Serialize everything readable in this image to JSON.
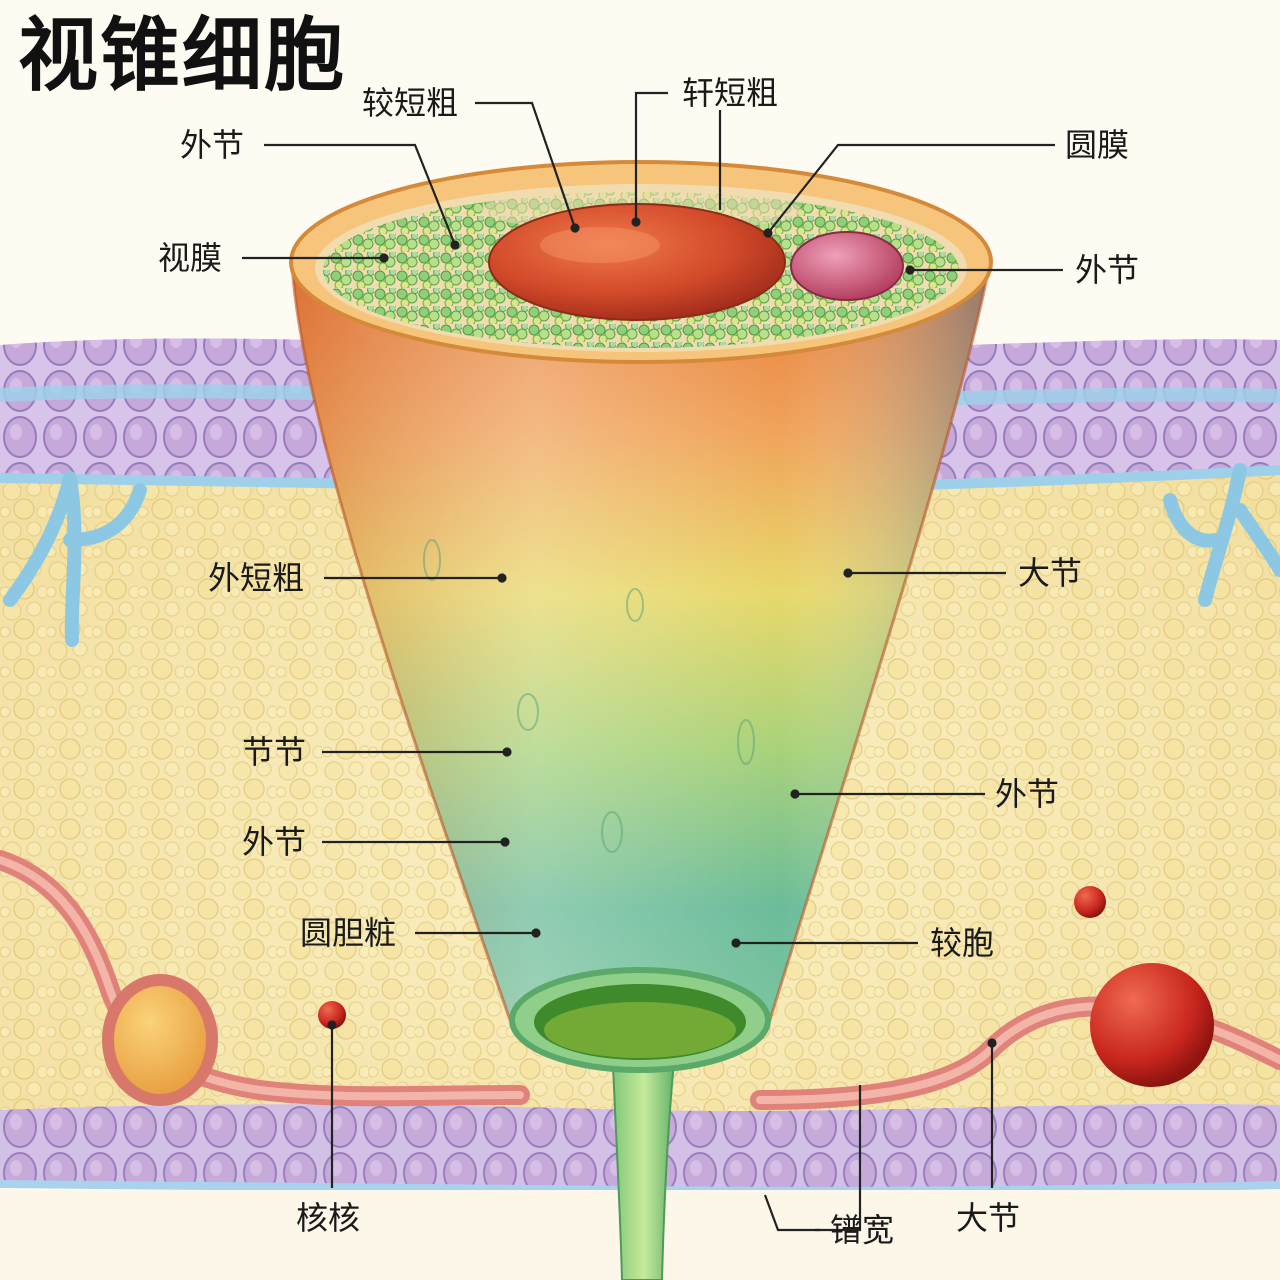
{
  "title": "视锥细胞",
  "labels": {
    "top_left_1": "较短粗",
    "top_center": "轩短粗",
    "top_right": "圆膜",
    "left_outer": "外节",
    "left_membrane": "视膜",
    "right_outer": "外节",
    "left_mid": "外短粗",
    "right_mid": "大节",
    "left_lower_1": "节节",
    "left_lower_2": "外节",
    "right_lower": "外节",
    "left_bottom": "圆胆粧",
    "right_bottom": "较胞",
    "bottom_left": "核核",
    "bottom_center": "镨宽",
    "bottom_right": "大节"
  }
}
